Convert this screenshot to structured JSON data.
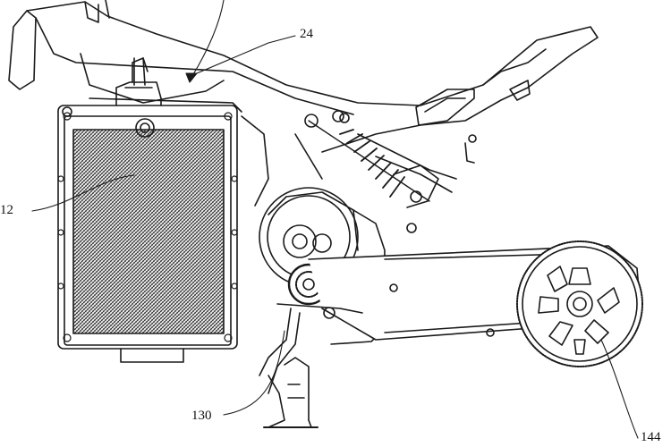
{
  "figure": {
    "reference_numerals": {
      "battery_pack": "12",
      "frame": "24",
      "kickstand": "130",
      "rear_wheel_sprocket": "144"
    }
  },
  "colors": {
    "line": "#1a1a1a",
    "fill": "#ffffff",
    "hatch": "#2b2b2b"
  }
}
